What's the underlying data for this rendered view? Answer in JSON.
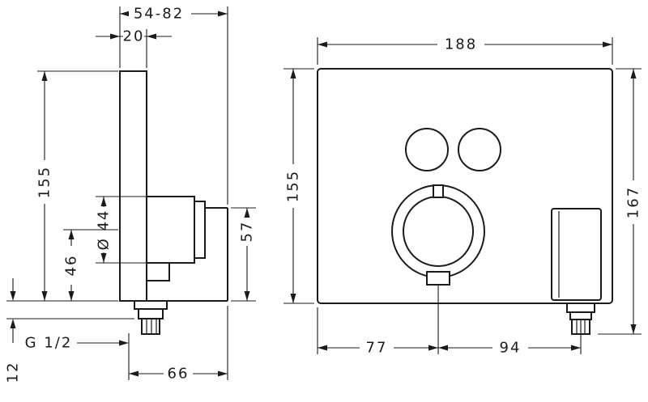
{
  "drawing": {
    "side_view": {
      "depth_range": "54-82",
      "plate_thickness": "20",
      "plate_height": "155",
      "handle_diameter": "Ø 44",
      "handle_axis_to_bottom": "46",
      "shelf_height": "57",
      "thread_size": "G 1/2",
      "bottom_depth": "66",
      "outlet_offset": "12"
    },
    "front_view": {
      "plate_width": "188",
      "plate_height": "155",
      "overall_height": "167",
      "edge_to_handle_axis": "77",
      "handle_axis_to_outlet": "94"
    }
  }
}
